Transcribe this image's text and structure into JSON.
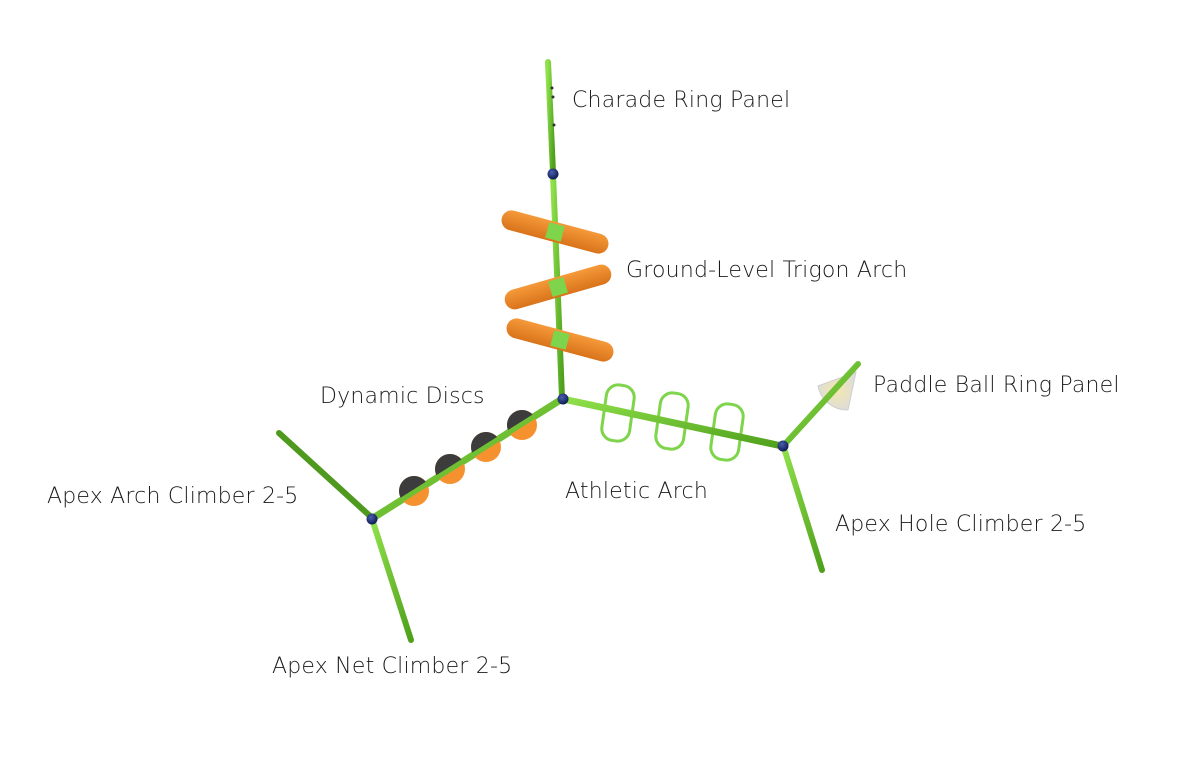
{
  "diagram": {
    "title": "Playground layout",
    "colors": {
      "post": "#6cc52a",
      "post_dark": "#3f8a16",
      "connector": "#1b2a6b",
      "trigon": "#f28a2a",
      "disc_orange": "#f5922f",
      "disc_dark": "#3c3c3c",
      "panel": "#e8e4d8"
    },
    "labels": {
      "charade": "Charade Ring Panel",
      "trigon": "Ground-Level Trigon Arch",
      "paddle": "Paddle Ball Ring Panel",
      "discs": "Dynamic Discs",
      "athletic": "Athletic Arch",
      "arch_climber": "Apex Arch Climber 2-5",
      "hole_climber": "Apex Hole Climber 2-5",
      "net_climber": "Apex Net Climber 2-5"
    }
  }
}
